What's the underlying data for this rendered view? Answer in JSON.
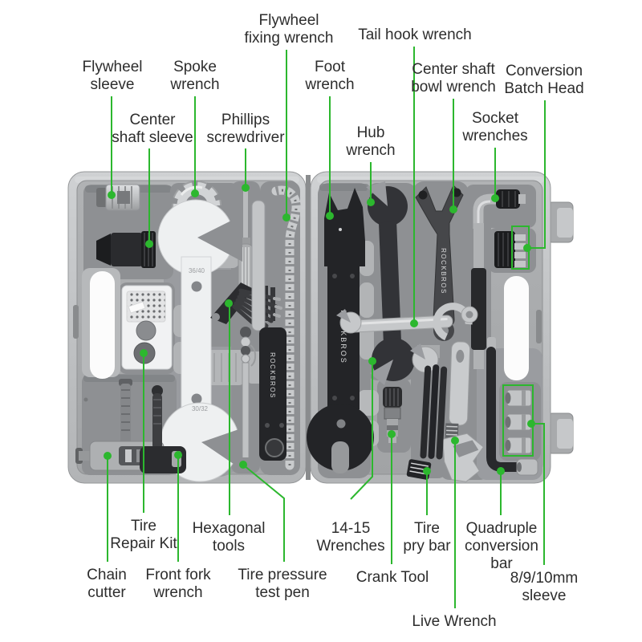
{
  "meta": {
    "description": "Annotated diagram of a ROCKBROS bicycle repair tool kit case",
    "accent_green": "#2cb72e",
    "label_text_color": "#2d2d2d",
    "background": "#ffffff"
  },
  "tool_markings": {
    "brand": "ROCKBROS",
    "wrench_size_top": "36/40",
    "wrench_size_bottom": "30/32"
  },
  "labels": {
    "flywheel_fixing_wrench": "Flywheel\nfixing wrench",
    "tail_hook_wrench": "Tail hook wrench",
    "flywheel_sleeve": "Flywheel\nsleeve",
    "spoke_wrench": "Spoke\nwrench",
    "foot_wrench": "Foot\nwrench",
    "center_shaft_bowl_wrench": "Center shaft\nbowl wrench",
    "conversion_batch_head": "Conversion\nBatch Head",
    "center_shaft_sleeve": "Center\nshaft sleeve",
    "phillips_screwdriver": "Phillips\nscrewdriver",
    "hub_wrench": "Hub\nwrench",
    "socket_wrenches": "Socket\nwrenches",
    "tire_repair_kit": "Tire\nRepair Kit",
    "hexagonal_tools": "Hexagonal\ntools",
    "wrenches_14_15": "14-15\nWrenches",
    "tire_pry_bar": "Tire\npry bar",
    "quadruple_conversion_bar": "Quadruple\nconversion\nbar",
    "chain_cutter": "Chain\ncutter",
    "front_fork_wrench": "Front fork\nwrench",
    "tire_pressure_test_pen": "Tire pressure\ntest pen",
    "crank_tool": "Crank Tool",
    "sleeve_8_9_10mm": "8/9/10mm\nsleeve",
    "live_wrench": "Live Wrench"
  }
}
